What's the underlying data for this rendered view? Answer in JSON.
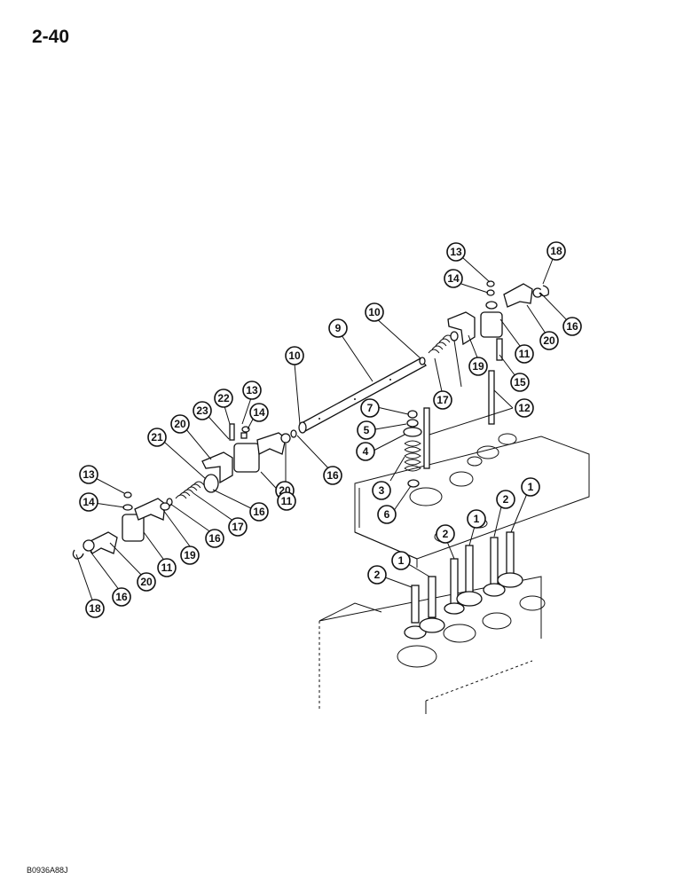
{
  "page": {
    "number": "2-40",
    "figure_code": "B0936A88J"
  },
  "callouts": [
    "13",
    "18",
    "14",
    "16",
    "20",
    "11",
    "10",
    "9",
    "19",
    "15",
    "17",
    "12",
    "10",
    "22",
    "13",
    "7",
    "23",
    "14",
    "5",
    "20",
    "21",
    "4",
    "16",
    "20",
    "13",
    "11",
    "3",
    "2",
    "1",
    "6",
    "14",
    "17",
    "2",
    "16",
    "1",
    "19",
    "16",
    "2",
    "1",
    "11",
    "20",
    "16",
    "18"
  ]
}
